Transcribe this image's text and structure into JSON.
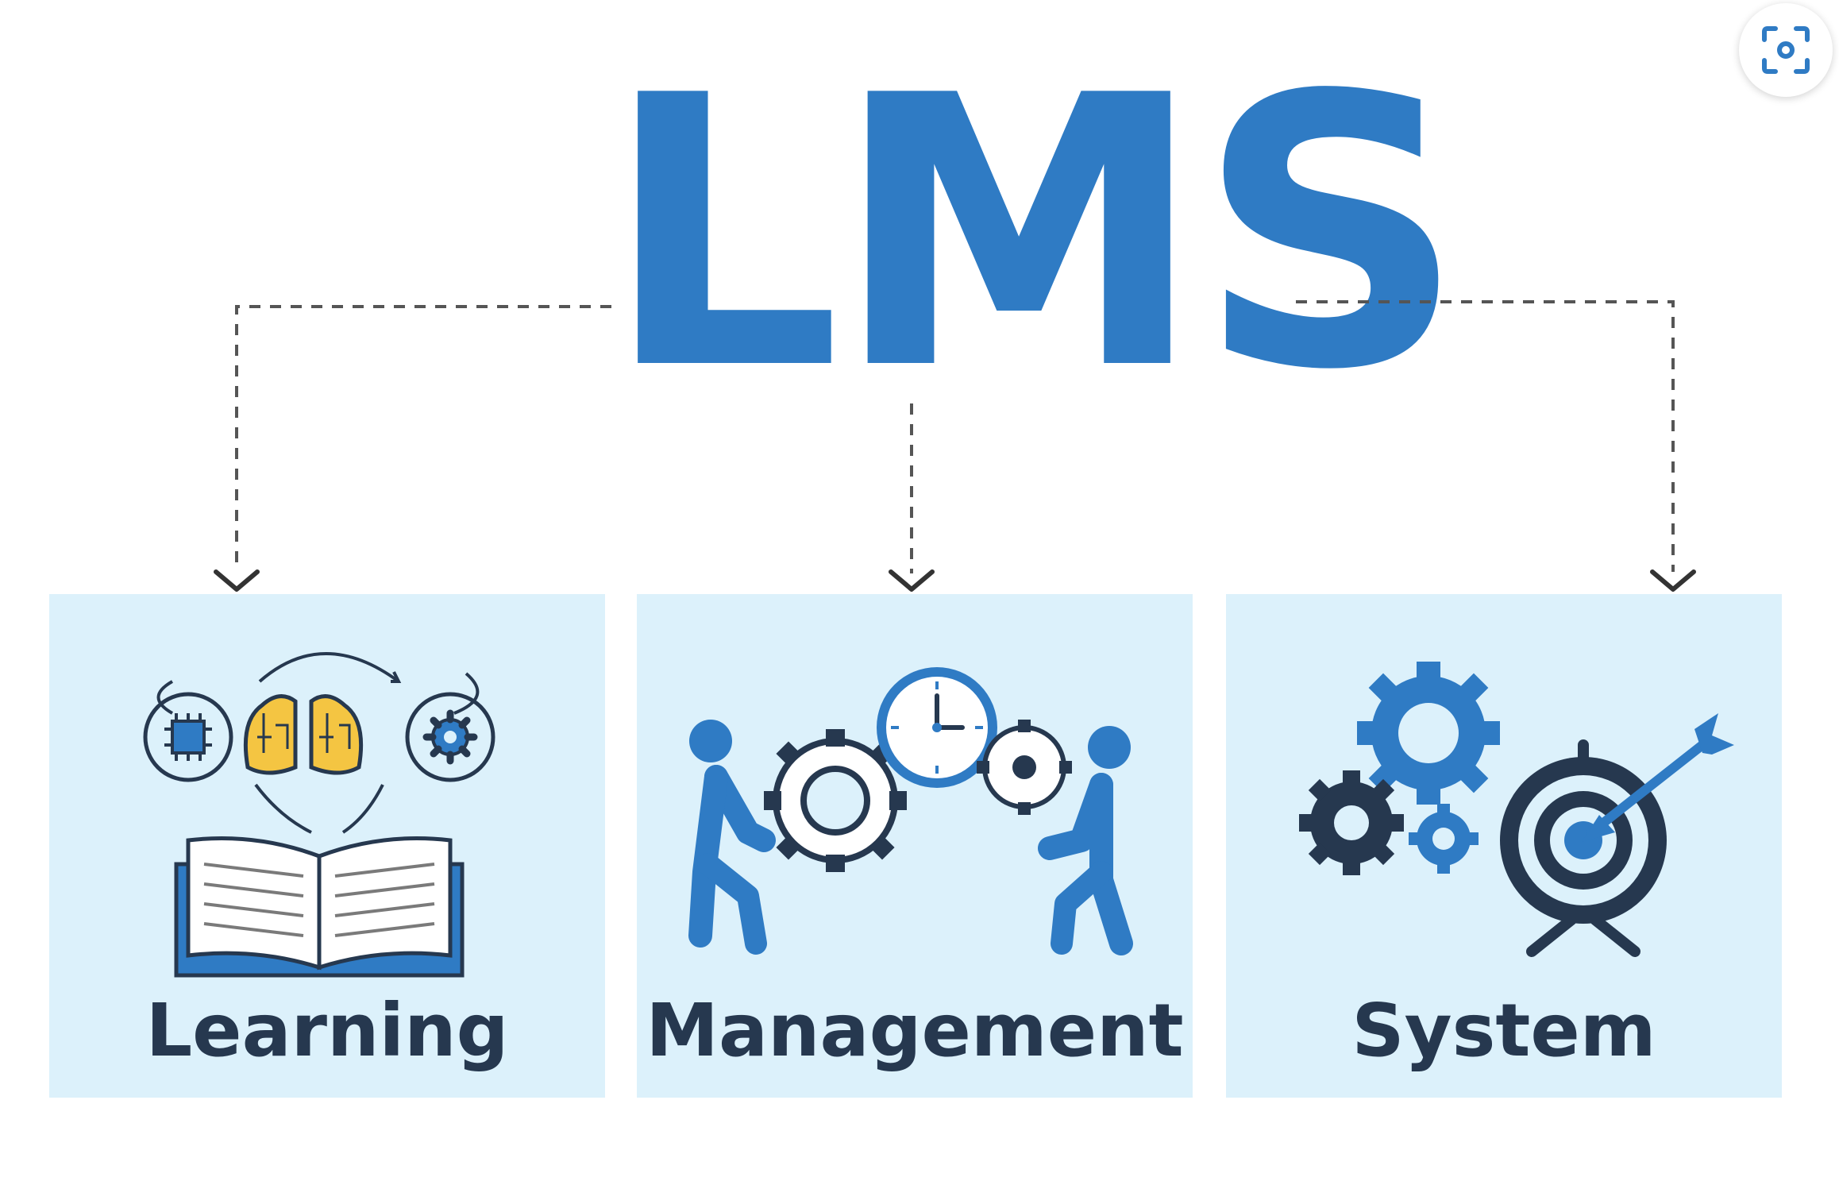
{
  "title": "LMS",
  "categories": [
    {
      "label": "Learning"
    },
    {
      "label": "Management"
    },
    {
      "label": "System"
    }
  ],
  "colors": {
    "primary_blue": "#2f7bc4",
    "dark_navy": "#26384f",
    "panel_background": "#dcf1fb",
    "accent_yellow": "#f4c542",
    "connector_gray": "#555555"
  },
  "icons": {
    "top_right_button": "visual-search-icon",
    "learning": [
      "chip-icon",
      "brain-icon",
      "brain-icon",
      "gear-icon",
      "open-book-icon"
    ],
    "management": [
      "person-icon",
      "gear-icon",
      "clock-icon",
      "gear-icon",
      "person-icon"
    ],
    "system": [
      "gear-icon",
      "gear-icon",
      "gear-icon",
      "target-icon",
      "arrow-icon"
    ]
  }
}
